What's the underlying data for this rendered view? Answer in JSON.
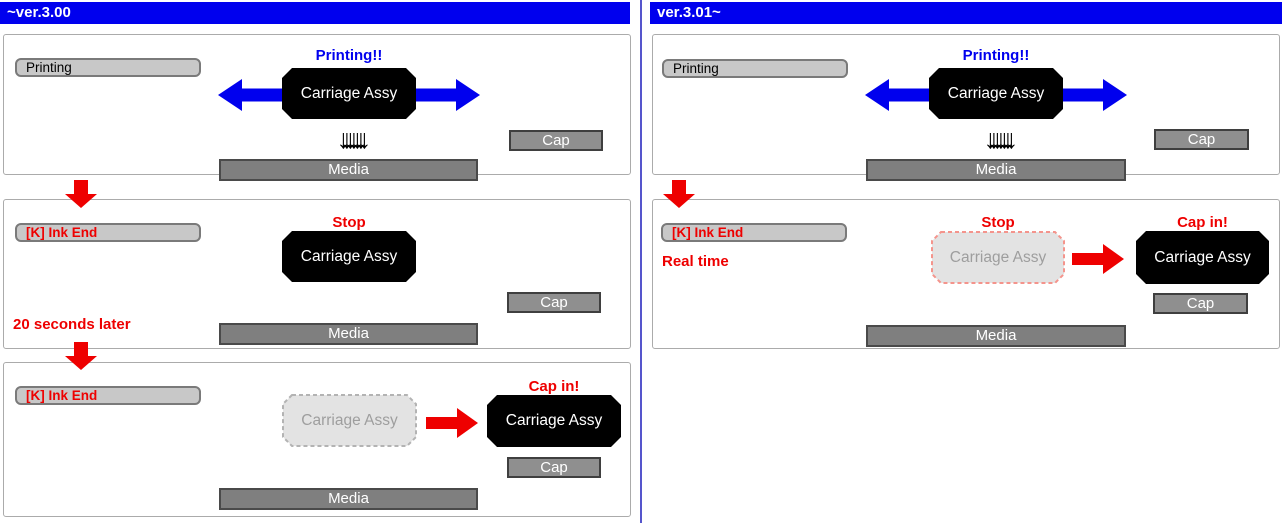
{
  "colors": {
    "header_bg": "#0000ee",
    "accent_blue": "#0000ee",
    "accent_red": "#ee0000",
    "ghost_border_gray": "#b3b3b3",
    "ghost_border_red": "#f4948c",
    "ghost_fill": "#e3e3e3",
    "status_fill": "#c8c8c8",
    "media_fill": "#7f7f7f",
    "cap_fill": "#8f8f8f",
    "carriage_fill": "#000000",
    "panel_border": "#ababab",
    "divider_blue": "#5555cc"
  },
  "icons": {
    "carriage_motion_left": "blue-block-arrow-left",
    "carriage_motion_right": "blue-block-arrow-right",
    "flow_next_step": "red-block-arrow-down",
    "carriage_move_to_cap": "red-block-arrow-right",
    "ink_drops": "down-arrow-glyph-row"
  },
  "left_column": {
    "header_label": "~ver.3.00",
    "panel_printing": {
      "status": "Printing",
      "caption": "Printing!!",
      "carriage": "Carriage Assy",
      "ink_drops": "↓↓↓↓↓↓↓",
      "cap": "Cap",
      "media": "Media"
    },
    "panel_stop": {
      "status": "[K] Ink End",
      "caption": "Stop",
      "carriage": "Carriage Assy",
      "cap": "Cap",
      "media": "Media",
      "note": "20 seconds later"
    },
    "panel_cap_in": {
      "status": "[K] Ink End",
      "ghost_carriage": "Carriage Assy",
      "caption": "Cap in!",
      "carriage": "Carriage Assy",
      "cap": "Cap",
      "media": "Media"
    }
  },
  "right_column": {
    "header_label": "ver.3.01~",
    "panel_printing": {
      "status": "Printing",
      "caption": "Printing!!",
      "carriage": "Carriage Assy",
      "ink_drops": "↓↓↓↓↓↓↓",
      "cap": "Cap",
      "media": "Media"
    },
    "panel_real_time": {
      "status": "[K] Ink End",
      "note": "Real time",
      "stop_caption": "Stop",
      "ghost_carriage": "Carriage Assy",
      "cap_in_caption": "Cap in!",
      "carriage": "Carriage Assy",
      "cap": "Cap",
      "media": "Media"
    }
  }
}
